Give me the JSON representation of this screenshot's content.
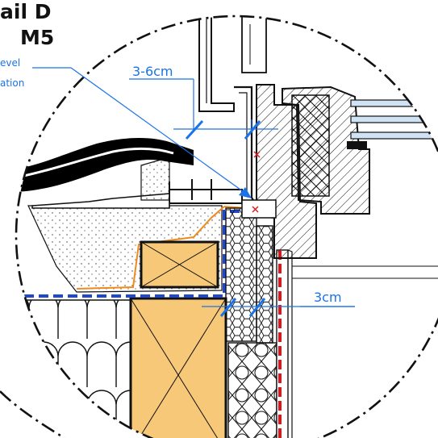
{
  "title": {
    "line1": "ail D",
    "line2": "M5"
  },
  "annotation": {
    "line1": "evel",
    "line2": "ation"
  },
  "dimensions": {
    "upper": "3-6cm",
    "lower": "3cm"
  },
  "colors": {
    "annotation": "#1a73e8",
    "membrane_blue": "#1f49c9",
    "seal_red": "#e0141b",
    "seal_orange": "#f08a1c",
    "timber": "#f7c878",
    "gasket": "#000000",
    "line": "#111111",
    "background": "#ffffff"
  }
}
